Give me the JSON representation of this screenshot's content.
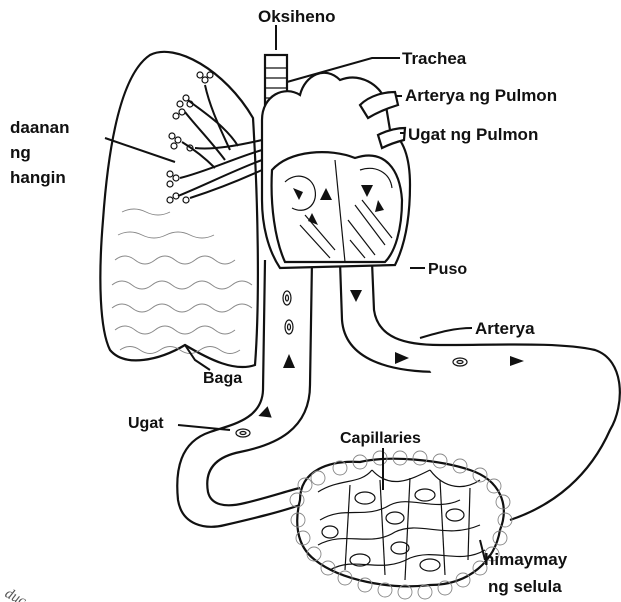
{
  "labels": {
    "oxygen": "Oksiheno",
    "trachea": "Trachea",
    "pulmonary_artery": "Arterya ng Pulmon",
    "pulmonary_vein": "Ugat ng Pulmon",
    "airway_line1": "daanan",
    "airway_line2": "ng",
    "airway_line3": "hangin",
    "heart": "Puso",
    "artery": "Arterya",
    "lung": "Baga",
    "vein": "Ugat",
    "capillaries": "Capillaries",
    "tissue_line1": "himaymay",
    "tissue_line2": "ng selula"
  },
  "watermark": "duc"
}
